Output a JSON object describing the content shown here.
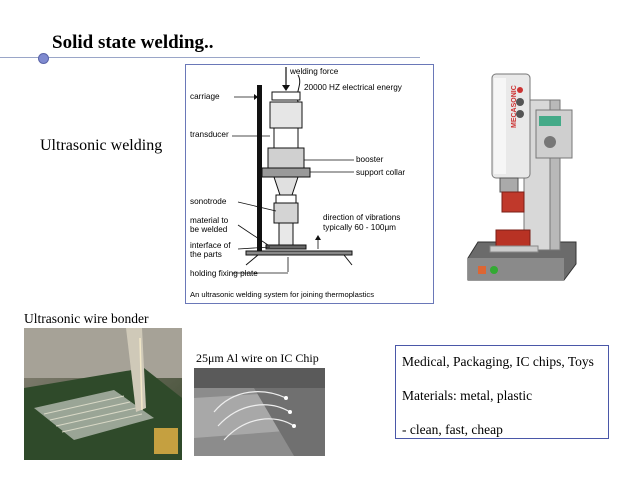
{
  "slide": {
    "title": "Solid state welding..",
    "ultrasonic_label": "Ultrasonic welding",
    "wire_bonder_label": "Ultrasonic wire bonder",
    "al_wire_caption": "25μm Al wire on IC Chip"
  },
  "diagram": {
    "welding_force": "welding force",
    "electrical_energy": "20000 HZ electrical energy",
    "carriage": "carriage",
    "transducer": "transducer",
    "booster": "booster",
    "support_collar": "support collar",
    "sonotrode": "sonotrode",
    "material_1": "material to",
    "material_2": "be welded",
    "direction_1": "direction of vibrations",
    "direction_2": "typically 60 - 100μm",
    "interface_1": "interface of",
    "interface_2": "the parts",
    "holding_plate": "holding fixing plate",
    "caption": "An ultrasonic welding system for joining thermoplastics"
  },
  "machine": {
    "brand_text": "MECASONIC"
  },
  "info": {
    "line1": "Medical, Packaging, IC chips, Toys",
    "line2": "Materials: metal, plastic",
    "line3": "- clean, fast, cheap"
  }
}
